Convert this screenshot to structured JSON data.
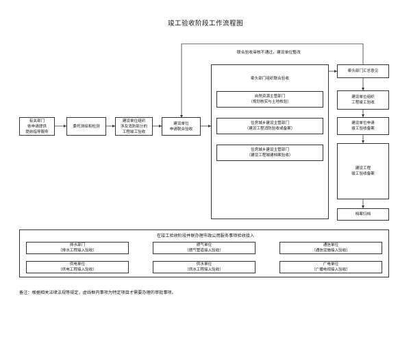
{
  "title": "竣工验收阶段工作流程图",
  "feedback_label": "联合验收审核不通过，建设单位整改",
  "nodes": {
    "guide": "有关部门\n依申请提供\n提前指导服务",
    "survey": "委托测绘和检测",
    "org_check": "建设单位组织\n涉及消防部分的\n工程竣工验收",
    "apply": "建设单位\n申请联合验收",
    "joint_title": "牵头部门组织联合验收",
    "sub1": "自然资源主管部门\n（规划核实与土地核验）",
    "sub2": "住房城乡建设主管部门\n（建设工程消防验收或备案）",
    "sub3": "住房城乡建设主管部门\n（建设工程城建档案验收）",
    "summary": "牵头部门汇总意见",
    "org_final": "建设单位组织\n工程竣工验收",
    "apply_record": "建设单位申请\n竣工验收备案",
    "record": "建设工程\n竣工验收备案",
    "archive": "档案归档"
  },
  "utility": {
    "title": "在竣工验收阶段并联办理市政公用服务事项验收接入",
    "items": [
      "排水部门\n（排水工程接入验收）",
      "燃气单位\n（燃气管道接入验收）",
      "通信单位\n（通信设施接入验收）",
      "供电单位\n（供电工程接入验收）",
      "供水单位\n（供水工程接入验收）",
      "广电单位\n（广播电视接入验收）"
    ]
  },
  "note": "备注：根据相关法律法规等规定，虚线框内事项为特定项目才需要办理的审批事项。"
}
